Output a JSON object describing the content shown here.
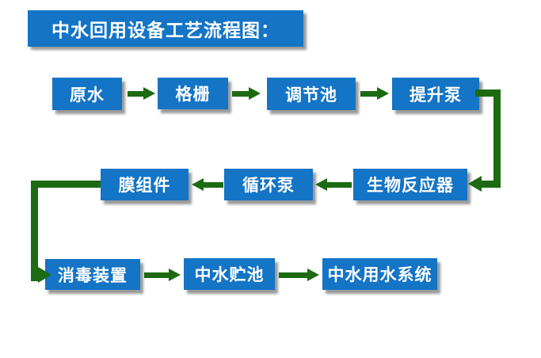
{
  "title": "中水回用设备工艺流程图：",
  "nodes": {
    "raw_water": "原水",
    "grid_screen": "格栅",
    "regulating_tank": "调节池",
    "lift_pump": "提升泵",
    "bioreactor": "生物反应器",
    "circulation_pump": "循环泵",
    "membrane_module": "膜组件",
    "disinfection_device": "消毒装置",
    "reclaimed_water_storage_tank": "中水贮池",
    "reclaimed_water_use_system": "中水用水系统"
  },
  "flow_sequence": [
    "原水",
    "格栅",
    "调节池",
    "提升泵",
    "生物反应器",
    "循环泵",
    "膜组件",
    "消毒装置",
    "中水贮池",
    "中水用水系统"
  ],
  "colors": {
    "box_blue": "#1474c6",
    "arrow_green": "#1c6b12",
    "text_white": "#ffffff",
    "background": "#ffffff"
  }
}
